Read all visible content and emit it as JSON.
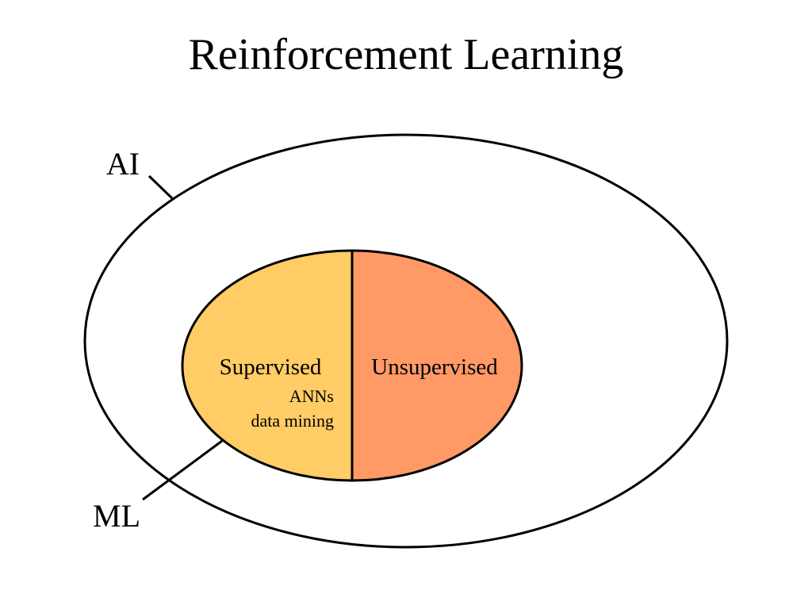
{
  "title": "Reinforcement Learning",
  "labels": {
    "ai": "AI",
    "ml": "ML",
    "supervised": "Supervised",
    "unsupervised": "Unsupervised",
    "anns": "ANNs",
    "data_mining": "data mining"
  },
  "colors": {
    "supervised_fill": "#FFCC66",
    "unsupervised_fill": "#FF9966",
    "stroke": "#000000",
    "background": "#FFFFFF"
  }
}
